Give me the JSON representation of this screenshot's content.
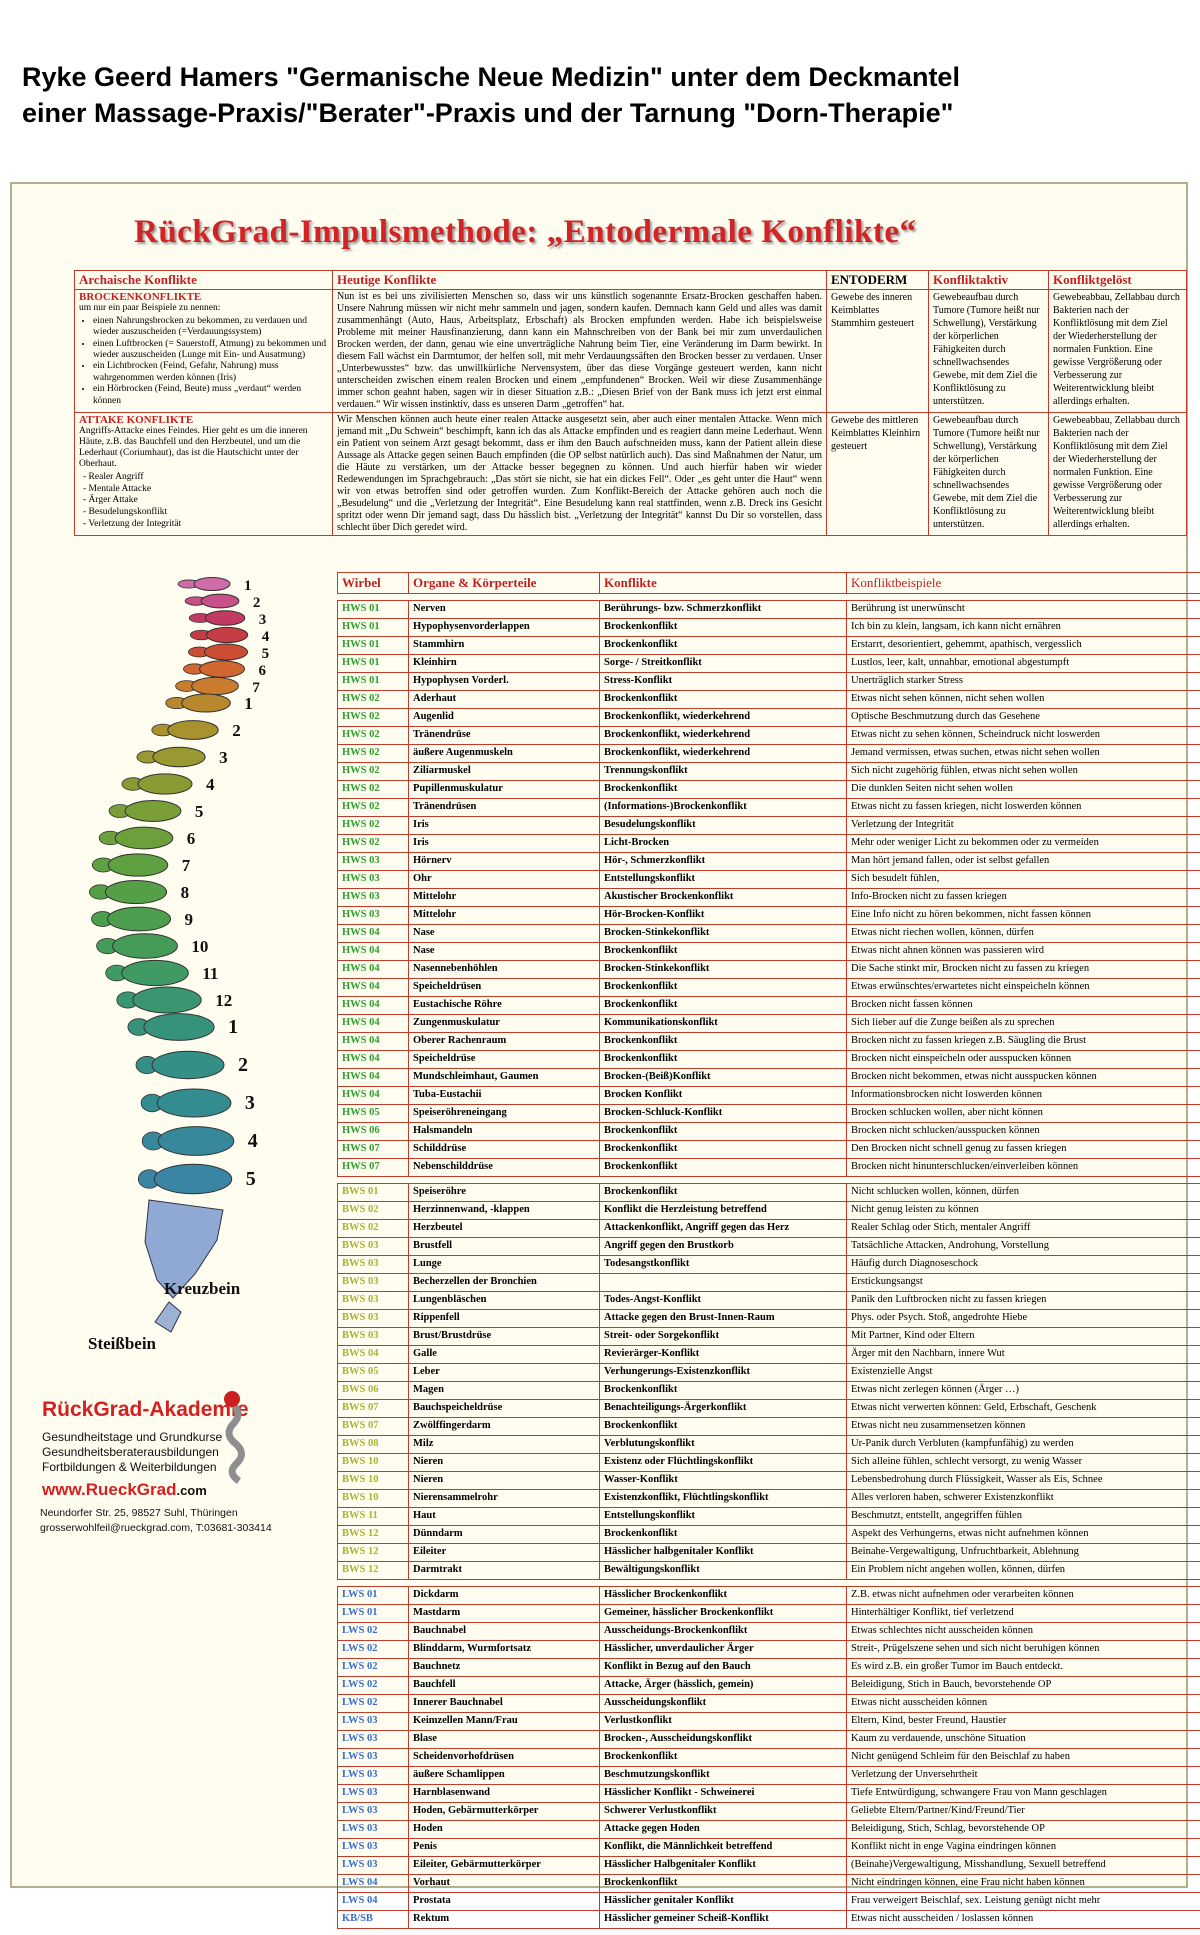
{
  "header": {
    "line1": "Ryke Geerd Hamers \"Germanische Neue Medizin\" unter dem Deckmantel",
    "line2": "einer Massage-Praxis/\"Berater\"-Praxis und der Tarnung \"Dorn-Therapie\""
  },
  "poster": {
    "title": "RückGrad-Impulsmethode: „Entodermale Konflikte“",
    "accent_color": "#d22424",
    "table_border_color": "#c23a2a",
    "background_color": "#fffdf0"
  },
  "concept_table": {
    "headers": [
      "Archaische Konflikte",
      "Heutige Konflikte",
      "ENTODERM",
      "Konfliktaktiv",
      "Konfliktgelöst"
    ],
    "rows": [
      {
        "archaic_title": "BROCKENKONFLIKTE",
        "archaic_intro": "um nur ein paar Beispiele zu nennen:",
        "archaic_bullets": [
          "einen Nahrungsbrocken zu bekommen, zu verdauen und wieder auszuscheiden (=Verdauungssystem)",
          "einen Luftbrocken (= Sauerstoff, Atmung) zu bekommen und wieder auszuscheiden (Lunge mit Ein- und Ausatmung)",
          "ein Lichtbrocken (Feind, Gefahr, Nahrung) muss wahrgenommen werden können (Iris)",
          "ein Hörbrocken (Feind, Beute) muss „verdaut“ werden können"
        ],
        "heutige": "Nun ist es bei uns zivilisierten Menschen so, dass wir uns künstlich sogenannte Ersatz-Brocken geschaffen haben. Unsere Nahrung müssen wir nicht mehr sammeln und jagen, sondern kaufen. Demnach kann Geld und alles was damit zusammenhängt (Auto, Haus, Arbeitsplatz, Erbschaft) als Brocken empfunden werden. Habe ich beispielsweise Probleme mit meiner Hausfinanzierung, dann kann ein Mahnschreiben von der Bank bei mir zum unverdaulichen Brocken werden, der dann, genau wie eine unverträgliche Nahrung beim Tier, eine Veränderung im Darm bewirkt. In diesem Fall wächst ein Darmtumor, der helfen soll, mit mehr Verdauungssäften den Brocken besser zu verdauen. Unser „Unterbewusstes“ bzw. das unwillkürliche Nervensystem, über das diese Vorgänge gesteuert werden, kann nicht unterscheiden zwischen einem realen Brocken und einem „empfundenen“ Brocken. Weil wir diese Zusammenhänge immer schon geahnt haben, sagen wir in dieser Situation z.B.: „Diesen Brief von der Bank muss ich jetzt erst einmal verdauen.“ Wir wissen instinktiv, dass es unseren Darm „getroffen“ hat.",
        "entoderm": "Gewebe des inneren Keimblattes Stammhirn gesteuert",
        "konfliktaktiv": "Gewebeaufbau durch Tumore (Tumore heißt nur Schwellung), Verstärkung der körperlichen Fähigkeiten durch schnellwachsendes Gewebe, mit dem Ziel die Konfliktlösung zu unterstützen.",
        "konfliktgeloest": "Gewebeabbau, Zellabbau durch Bakterien nach der Konfliktlösung mit dem Ziel der Wiederherstellung der normalen Funktion. Eine gewisse Vergrößerung oder Verbesserung zur Weiterentwicklung bleibt allerdings erhalten."
      },
      {
        "archaic_title": "ATTAKE KONFLIKTE",
        "archaic_intro": "Angriffs-Attacke eines Feindes. Hier geht es um die inneren Häute, z.B. das Bauchfell und den Herzbeutel, und um die Lederhaut (Coriumhaut), das ist die Hautschicht unter der Oberhaut.",
        "archaic_bullets": [
          "Realer Angriff",
          "Mentale Attacke",
          "Ärger Attake",
          "Besudelungskonflikt",
          "Verletzung der Integrität"
        ],
        "heutige": "Wir Menschen können auch heute einer realen Attacke ausgesetzt sein, aber auch einer mentalen Attacke. Wenn mich jemand mit „Du Schwein“ beschimpft, kann ich das als Attacke empfinden und es reagiert dann meine Lederhaut. Wenn ein Patient von seinem Arzt gesagt bekommt, dass er ihm den Bauch aufschneiden muss, kann der Patient allein diese Aussage als Attacke gegen seinen Bauch empfinden (die OP selbst natürlich auch). Das sind Maßnahmen der Natur, um die Häute zu verstärken, um der Attacke besser begegnen zu können. Und auch hierfür haben wir wieder Redewendungen im Sprachgebrauch: „Das stört sie nicht, sie hat ein dickes Fell“. Oder „es geht unter die Haut“ wenn wir von etwas betroffen sind oder getroffen wurden. Zum Konflikt-Bereich der Attacke gehören auch noch die „Besudelung“ und die „Verletzung der Integrität“. Eine Besudelung kann real stattfinden, wenn z.B. Dreck ins Gesicht spritzt oder wenn Dir jemand sagt, dass Du hässlich bist. „Verletzung der Integrität“ kannst Du Dir so vorstellen, dass schlecht über Dich geredet wird.",
        "entoderm": "Gewebe des mittleren Keimblattes Kleinhirn gesteuert",
        "konfliktaktiv": "Gewebeaufbau durch Tumore (Tumore heißt nur Schwellung), Verstärkung der körperlichen Fähigkeiten durch schnellwachsendes Gewebe, mit dem Ziel die Konfliktlösung zu unterstützen.",
        "konfliktgeloest": "Gewebeabbau, Zellabbau durch Bakterien nach der Konfliktlösung mit dem Ziel der Wiederherstellung der normalen Funktion. Eine gewisse Vergrößerung oder Verbesserung zur Weiterentwicklung bleibt allerdings erhalten."
      }
    ]
  },
  "spine": {
    "numbers_cervical": [
      "1",
      "2",
      "3",
      "4",
      "5",
      "6",
      "7"
    ],
    "numbers_thoracic": [
      "1",
      "2",
      "3",
      "4",
      "5",
      "6",
      "7",
      "8",
      "9",
      "10",
      "11",
      "12"
    ],
    "numbers_lumbar": [
      "1",
      "2",
      "3",
      "4",
      "5"
    ],
    "kreuzbein_label": "Kreuzbein",
    "steissbein_label": "Steißbein",
    "colors": [
      "#cf6ba8",
      "#c84f88",
      "#c23a62",
      "#c63c44",
      "#cc4c34",
      "#d06630",
      "#c97b2e",
      "#b8882c",
      "#a8912e",
      "#999831",
      "#8a9b34",
      "#7a9e38",
      "#6da03c",
      "#5fa040",
      "#55a046",
      "#4c9e4e",
      "#459c58",
      "#3f9a64",
      "#3a9670",
      "#37927c",
      "#349086",
      "#338c90",
      "#36889a",
      "#3a84a4",
      "#8fa8d4",
      "#9db1d4"
    ]
  },
  "vertebra_table": {
    "headers": [
      "Wirbel",
      "Organe & Körperteile",
      "Konflikte",
      "Konfliktbeispiele"
    ],
    "sections": [
      {
        "id": "hws",
        "label_color": "#2f9e2f",
        "rows": [
          [
            "HWS 01",
            "Nerven",
            "Berührungs- bzw. Schmerzkonflikt",
            "Berührung ist unerwünscht"
          ],
          [
            "HWS 01",
            "Hypophysenvorderlappen",
            "Brockenkonflikt",
            "Ich bin zu klein, langsam, ich kann nicht ernähren"
          ],
          [
            "HWS 01",
            "Stammhirn",
            "Brockenkonflikt",
            "Erstarrt, desorientiert, gehemmt, apathisch, vergesslich"
          ],
          [
            "HWS 01",
            "Kleinhirn",
            "Sorge- / Streitkonflikt",
            "Lustlos, leer, kalt, unnahbar, emotional abgestumpft"
          ],
          [
            "HWS 01",
            "Hypophysen Vorderl.",
            "Stress-Konflikt",
            "Unerträglich starker Stress"
          ],
          [
            "HWS 02",
            "Aderhaut",
            "Brockenkonflikt",
            "Etwas nicht sehen können, nicht sehen wollen"
          ],
          [
            "HWS 02",
            "Augenlid",
            "Brockenkonflikt, wiederkehrend",
            "Optische Beschmutzung durch das Gesehene"
          ],
          [
            "HWS 02",
            "Tränendrüse",
            "Brockenkonflikt, wiederkehrend",
            "Etwas nicht zu sehen können, Scheindruck nicht loswerden"
          ],
          [
            "HWS 02",
            "äußere Augenmuskeln",
            "Brockenkonflikt, wiederkehrend",
            "Jemand vermissen, etwas suchen, etwas nicht sehen wollen"
          ],
          [
            "HWS 02",
            "Ziliarmuskel",
            "Trennungskonflikt",
            "Sich nicht zugehörig fühlen, etwas nicht sehen wollen"
          ],
          [
            "HWS 02",
            "Pupillenmuskulatur",
            "Brockenkonflikt",
            "Die dunklen Seiten nicht sehen wollen"
          ],
          [
            "HWS 02",
            "Tränendrüsen",
            "(Informations-)Brockenkonflikt",
            "Etwas nicht zu fassen kriegen, nicht loswerden können"
          ],
          [
            "HWS 02",
            "Iris",
            "Besudelungskonflikt",
            "Verletzung der Integrität"
          ],
          [
            "HWS 02",
            "Iris",
            "Licht-Brocken",
            "Mehr oder weniger Licht zu bekommen oder zu vermeiden"
          ],
          [
            "HWS 03",
            "Hörnerv",
            "Hör-, Schmerzkonflikt",
            "Man hört jemand fallen, oder ist selbst gefallen"
          ],
          [
            "HWS 03",
            "Ohr",
            "Entstellungskonflikt",
            "Sich besudelt fühlen,"
          ],
          [
            "HWS 03",
            "Mittelohr",
            "Akustischer Brockenkonflikt",
            "Info-Brocken nicht zu fassen kriegen"
          ],
          [
            "HWS 03",
            "Mittelohr",
            "Hör-Brocken-Konflikt",
            "Eine Info nicht zu hören bekommen, nicht fassen können"
          ],
          [
            "HWS 04",
            "Nase",
            "Brocken-Stinkekonflikt",
            "Etwas nicht riechen wollen, können, dürfen"
          ],
          [
            "HWS 04",
            "Nase",
            "Brockenkonflikt",
            "Etwas nicht ahnen können was passieren wird"
          ],
          [
            "HWS 04",
            "Nasennebenhöhlen",
            "Brocken-Stinkekonflikt",
            "Die Sache stinkt mir, Brocken nicht zu fassen zu kriegen"
          ],
          [
            "HWS 04",
            "Speicheldrüsen",
            "Brockenkonflikt",
            "Etwas erwünschtes/erwartetes nicht einspeicheln können"
          ],
          [
            "HWS 04",
            "Eustachische Röhre",
            "Brockenkonflikt",
            "Brocken nicht fassen können"
          ],
          [
            "HWS 04",
            "Zungenmuskulatur",
            "Kommunikationskonflikt",
            "Sich lieber auf die Zunge beißen als zu sprechen"
          ],
          [
            "HWS 04",
            "Oberer Rachenraum",
            "Brockenkonflikt",
            "Brocken nicht zu fassen kriegen z.B. Säugling die Brust"
          ],
          [
            "HWS 04",
            "Speicheldrüse",
            "Brockenkonflikt",
            "Brocken nicht einspeicheln oder ausspucken können"
          ],
          [
            "HWS 04",
            "Mundschleimhaut, Gaumen",
            "Brocken-(Beiß)Konflikt",
            "Brocken nicht bekommen, etwas nicht ausspucken können"
          ],
          [
            "HWS 04",
            "Tuba-Eustachii",
            "Brocken Konflikt",
            "Informationsbrocken nicht loswerden können"
          ],
          [
            "HWS 05",
            "Speiseröhreneingang",
            "Brocken-Schluck-Konflikt",
            "Brocken schlucken wollen, aber nicht können"
          ],
          [
            "HWS 06",
            "Halsmandeln",
            "Brockenkonflikt",
            "Brocken nicht schlucken/ausspucken können"
          ],
          [
            "HWS 07",
            "Schilddrüse",
            "Brockenkonflikt",
            "Den Brocken nicht schnell genug zu fassen kriegen"
          ],
          [
            "HWS 07",
            "Nebenschilddrüse",
            "Brockenkonflikt",
            "Brocken nicht hinunterschlucken/einverleiben können"
          ]
        ]
      },
      {
        "id": "bws",
        "label_color": "#aab22e",
        "rows": [
          [
            "BWS 01",
            "Speiseröhre",
            "Brockenkonflikt",
            "Nicht schlucken wollen, können, dürfen"
          ],
          [
            "BWS 02",
            "Herzinnenwand, -klappen",
            "Konflikt die Herzleistung betreffend",
            "Nicht genug leisten zu können"
          ],
          [
            "BWS 02",
            "Herzbeutel",
            "Attackenkonflikt, Angriff gegen das Herz",
            "Realer Schlag oder Stich, mentaler Angriff"
          ],
          [
            "BWS 03",
            "Brustfell",
            "Angriff gegen den Brustkorb",
            "Tatsächliche Attacken, Androhung, Vorstellung"
          ],
          [
            "BWS 03",
            "Lunge",
            "Todesangstkonflikt",
            "Häufig durch Diagnoseschock"
          ],
          [
            "BWS 03",
            "Becherzellen der Bronchien",
            "",
            "Erstickungsangst"
          ],
          [
            "BWS 03",
            "Lungenbläschen",
            "Todes-Angst-Konflikt",
            "Panik den Luftbrocken nicht zu fassen kriegen"
          ],
          [
            "BWS 03",
            "Rippenfell",
            "Attacke gegen den Brust-Innen-Raum",
            "Phys. oder Psych. Stoß, angedrohte Hiebe"
          ],
          [
            "BWS 03",
            "Brust/Brustdrüse",
            "Streit- oder Sorgekonflikt",
            "Mit Partner, Kind oder Eltern"
          ],
          [
            "BWS 04",
            "Galle",
            "Revierärger-Konflikt",
            "Ärger mit den Nachbarn, innere Wut"
          ],
          [
            "BWS 05",
            "Leber",
            "Verhungerungs-Existenzkonflikt",
            "Existenzielle Angst"
          ],
          [
            "BWS 06",
            "Magen",
            "Brockenkonflikt",
            "Etwas nicht zerlegen können (Ärger …)"
          ],
          [
            "BWS 07",
            "Bauchspeicheldrüse",
            "Benachteiligungs-Ärgerkonflikt",
            "Etwas nicht verwerten können: Geld, Erbschaft, Geschenk"
          ],
          [
            "BWS 07",
            "Zwölffingerdarm",
            "Brockenkonflikt",
            "Etwas nicht neu zusammensetzen können"
          ],
          [
            "BWS 08",
            "Milz",
            "Verblutungskonflikt",
            "Ur-Panik durch Verbluten (kampfunfähig) zu werden"
          ],
          [
            "BWS 10",
            "Nieren",
            "Existenz oder Flüchtlingskonflikt",
            "Sich alleine fühlen, schlecht versorgt, zu wenig Wasser"
          ],
          [
            "BWS 10",
            "Nieren",
            "Wasser-Konflikt",
            "Lebensbedrohung durch Flüssigkeit, Wasser als Eis, Schnee"
          ],
          [
            "BWS 10",
            "Nierensammelrohr",
            "Existenzkonflikt, Flüchtlingskonflikt",
            "Alles verloren haben, schwerer Existenzkonflikt"
          ],
          [
            "BWS 11",
            "Haut",
            "Entstellungskonflikt",
            "Beschmutzt, entstellt, angegriffen fühlen"
          ],
          [
            "BWS 12",
            "Dünndarm",
            "Brockenkonflikt",
            "Aspekt des Verhungerns, etwas nicht aufnehmen können"
          ],
          [
            "BWS 12",
            "Eileiter",
            "Hässlicher halbgenitaler Konflikt",
            "Beinahe-Vergewaltigung, Unfruchtbarkeit, Ablehnung"
          ],
          [
            "BWS 12",
            "Darmtrakt",
            "Bewältigungskonflikt",
            "Ein Problem nicht angehen wollen, können, dürfen"
          ]
        ]
      },
      {
        "id": "lws",
        "label_color": "#3b6cc9",
        "rows": [
          [
            "LWS 01",
            "Dickdarm",
            "Hässlicher Brockenkonflikt",
            "Z.B. etwas nicht aufnehmen oder verarbeiten können"
          ],
          [
            "LWS 01",
            "Mastdarm",
            "Gemeiner, hässlicher Brockenkonflikt",
            "Hinterhältiger Konflikt, tief verletzend"
          ],
          [
            "LWS 02",
            "Bauchnabel",
            "Ausscheidungs-Brockenkonflikt",
            "Etwas schlechtes nicht ausscheiden können"
          ],
          [
            "LWS 02",
            "Blinddarm, Wurmfortsatz",
            "Hässlicher, unverdaulicher Ärger",
            "Streit-, Prügelszene sehen und sich nicht beruhigen können"
          ],
          [
            "LWS 02",
            "Bauchnetz",
            "Konflikt in Bezug auf den Bauch",
            "Es wird z.B. ein großer Tumor im Bauch entdeckt."
          ],
          [
            "LWS 02",
            "Bauchfell",
            "Attacke, Ärger (hässlich, gemein)",
            "Beleidigung, Stich in Bauch, bevorstehende OP"
          ],
          [
            "LWS 02",
            "Innerer Bauchnabel",
            "Ausscheidungskonflikt",
            "Etwas nicht ausscheiden können"
          ],
          [
            "LWS 03",
            "Keimzellen Mann/Frau",
            "Verlustkonflikt",
            "Eltern, Kind, bester Freund, Haustier"
          ],
          [
            "LWS 03",
            "Blase",
            "Brocken-, Ausscheidungskonflikt",
            "Kaum zu verdauende, unschöne Situation"
          ],
          [
            "LWS 03",
            "Scheidenvorhofdrüsen",
            "Brockenkonflikt",
            "Nicht genügend Schleim für den Beischlaf zu haben"
          ],
          [
            "LWS 03",
            "äußere Schamlippen",
            "Beschmutzungskonflikt",
            "Verletzung der Unversehrtheit"
          ],
          [
            "LWS 03",
            "Harnblasenwand",
            "Hässlicher Konflikt - Schweinerei",
            "Tiefe Entwürdigung, schwangere Frau von Mann geschlagen"
          ],
          [
            "LWS 03",
            "Hoden, Gebärmutterkörper",
            "Schwerer Verlustkonflikt",
            "Geliebte Eltern/Partner/Kind/Freund/Tier"
          ],
          [
            "LWS 03",
            "Hoden",
            "Attacke gegen Hoden",
            "Beleidigung, Stich, Schlag, bevorstehende OP"
          ],
          [
            "LWS 03",
            "Penis",
            "Konflikt, die Männlichkeit betreffend",
            "Konflikt nicht in enge Vagina eindringen können"
          ],
          [
            "LWS 03",
            "Eileiter, Gebärmutterkörper",
            "Hässlicher Halbgenitaler Konflikt",
            "(Beinahe)Vergewaltigung, Misshandlung, Sexuell betreffend"
          ],
          [
            "LWS 04",
            "Vorhaut",
            "Brockenkonflikt",
            "Nicht eindringen können, eine Frau nicht haben können"
          ],
          [
            "LWS 04",
            "Prostata",
            "Hässlicher genitaler Konflikt",
            "Frau verweigert Beischlaf, sex. Leistung genügt nicht mehr"
          ],
          [
            "KB/SB",
            "Rektum",
            "Hässlicher gemeiner Scheiß-Konflikt",
            "Etwas nicht ausscheiden / loslassen können"
          ]
        ]
      }
    ]
  },
  "academy": {
    "name": "RückGrad-Akademie",
    "lines": [
      "Gesundheitstage und Grundkurse",
      "Gesundheitsberaterausbildungen",
      "Fortbildungen & Weiterbildungen"
    ],
    "website_main": "www.RueckGrad",
    "website_suffix": ".com",
    "address1": "Neundorfer Str. 25, 98527 Suhl, Thüringen",
    "address2": "grosserwohlfeil@rueckgrad.com, T:03681-303414"
  }
}
